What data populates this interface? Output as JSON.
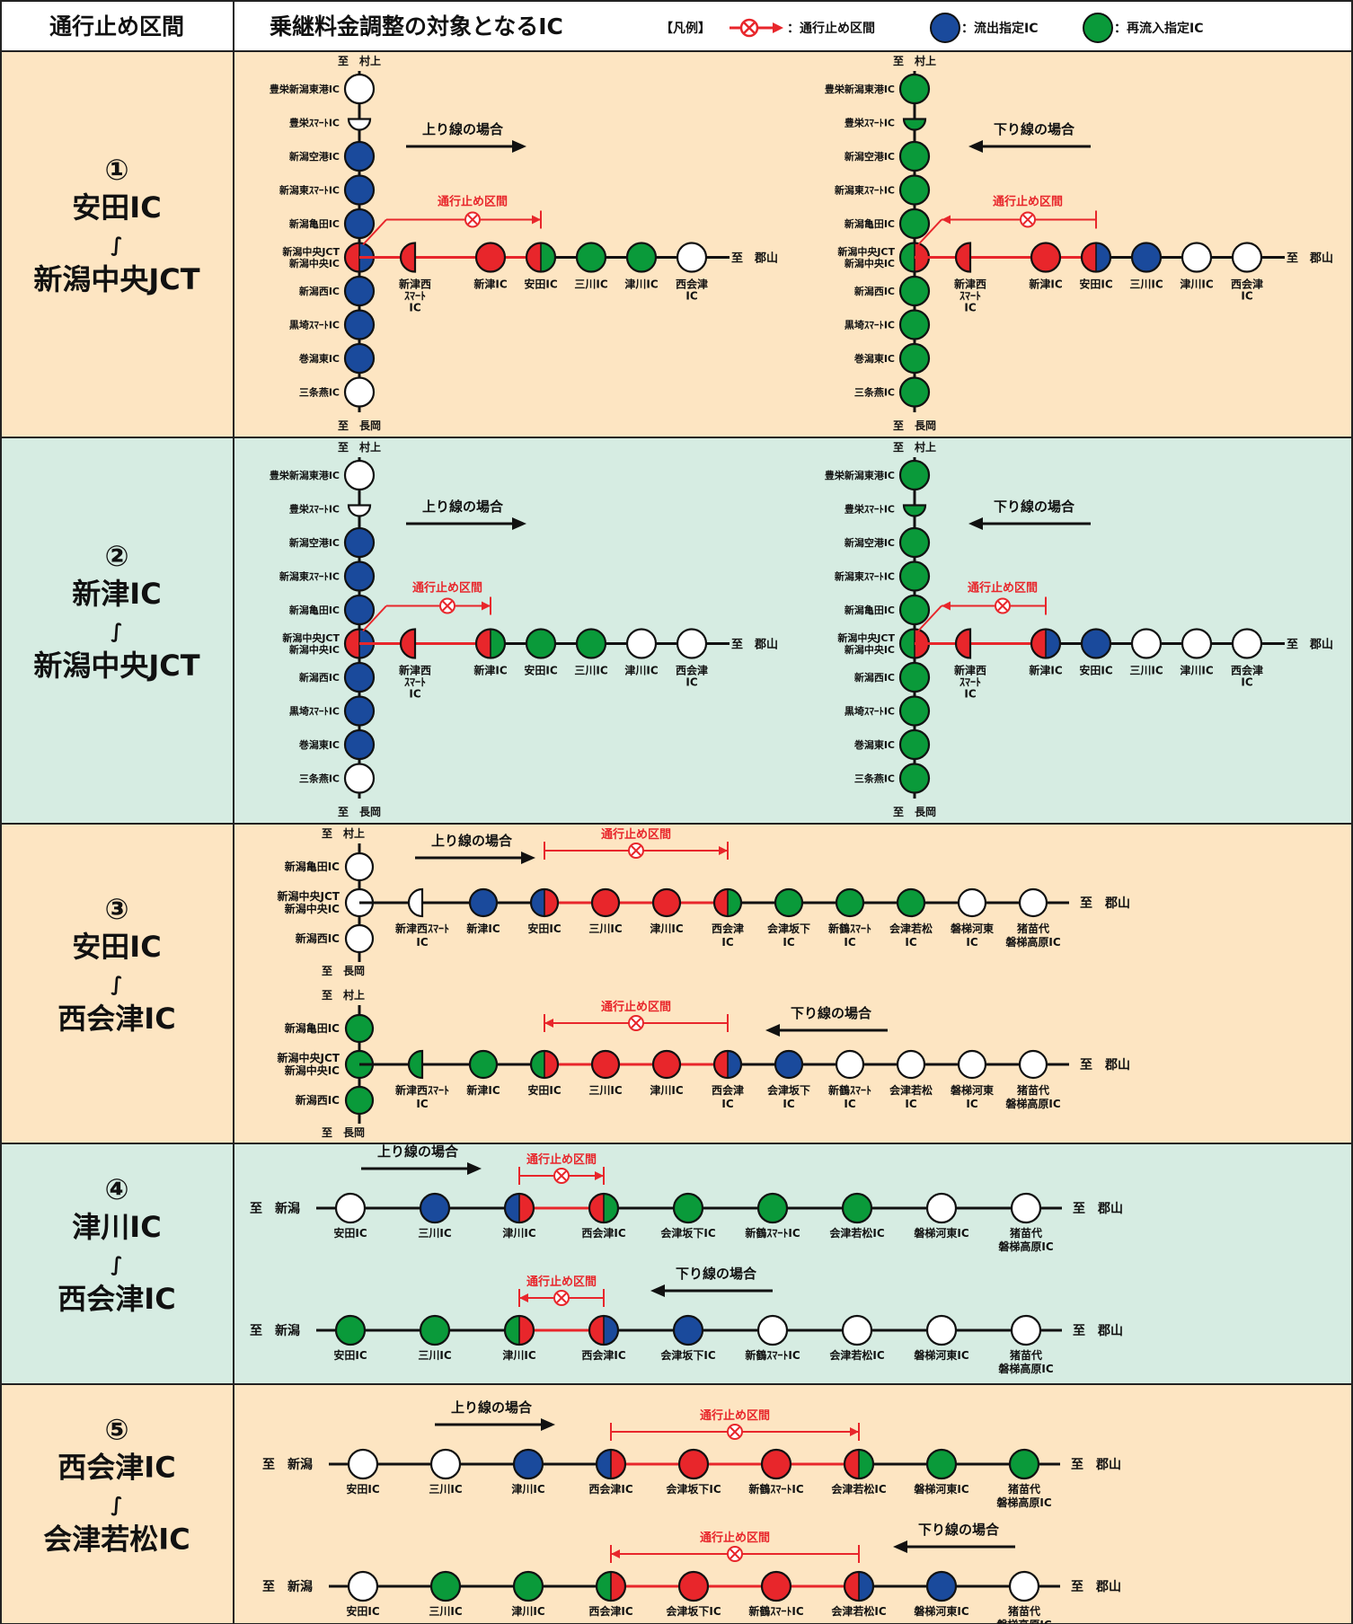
{
  "header": {
    "col1": "通行止め区間",
    "col2": "乗継料金調整の対象となるIC",
    "legend_prefix": "【凡例】",
    "legend_closed": "：通行止め区間",
    "legend_exit": "：流出指定IC",
    "legend_reentry": "：再流入指定IC"
  },
  "colors": {
    "red": "#e8262b",
    "blue": "#1a4a9c",
    "green": "#0a9a3a",
    "white": "#ffffff",
    "bg_tan": "#fde5c2",
    "bg_green": "#d6ece2",
    "border": "#222222"
  },
  "common": {
    "closed_label": "通行止め区間",
    "up_label": "上り線の場合",
    "down_label": "下り線の場合",
    "to_murakami": "至　村上",
    "to_nagaoka": "至　長岡",
    "to_koriyama": "至　郡山",
    "to_niigata": "至　新潟"
  },
  "sections": [
    {
      "number": "①",
      "from": "安田IC",
      "wave": "∫",
      "to": "新潟中央JCT",
      "bg": "tan",
      "diagrams": [
        {
          "direction": "up",
          "vertical": [
            {
              "label": "豊栄新潟東港IC",
              "fill": [
                "white"
              ]
            },
            {
              "label": "豊栄ｽﾏｰﾄIC",
              "fill": [
                "white"
              ],
              "half": "bottom"
            },
            {
              "label": "新潟空港IC",
              "fill": [
                "blue"
              ]
            },
            {
              "label": "新潟東ｽﾏｰﾄIC",
              "fill": [
                "blue"
              ]
            },
            {
              "label": "新潟亀田IC",
              "fill": [
                "blue"
              ]
            },
            {
              "label": "新潟中央JCT\n新潟中央IC",
              "fill": [
                "red",
                "blue"
              ],
              "junction": true
            },
            {
              "label": "新潟西IC",
              "fill": [
                "blue"
              ]
            },
            {
              "label": "黒埼ｽﾏｰﾄIC",
              "fill": [
                "blue"
              ]
            },
            {
              "label": "巻潟東IC",
              "fill": [
                "blue"
              ]
            },
            {
              "label": "三条燕IC",
              "fill": [
                "white"
              ]
            }
          ],
          "horizontal": [
            {
              "label": "新津西\nｽﾏｰﾄ\nIC",
              "fill": [
                "red"
              ],
              "half": "left"
            },
            {
              "label": "新津IC",
              "fill": [
                "red"
              ]
            },
            {
              "label": "安田IC",
              "fill": [
                "red",
                "green"
              ]
            },
            {
              "label": "三川IC",
              "fill": [
                "green"
              ]
            },
            {
              "label": "津川IC",
              "fill": [
                "green"
              ]
            },
            {
              "label": "西会津\nIC",
              "fill": [
                "white"
              ]
            }
          ]
        },
        {
          "direction": "down",
          "vertical": [
            {
              "label": "豊栄新潟東港IC",
              "fill": [
                "green"
              ]
            },
            {
              "label": "豊栄ｽﾏｰﾄIC",
              "fill": [
                "green"
              ],
              "half": "bottom"
            },
            {
              "label": "新潟空港IC",
              "fill": [
                "green"
              ]
            },
            {
              "label": "新潟東ｽﾏｰﾄIC",
              "fill": [
                "green"
              ]
            },
            {
              "label": "新潟亀田IC",
              "fill": [
                "green"
              ]
            },
            {
              "label": "新潟中央JCT\n新潟中央IC",
              "fill": [
                "green",
                "red"
              ],
              "junction": true
            },
            {
              "label": "新潟西IC",
              "fill": [
                "green"
              ]
            },
            {
              "label": "黒埼ｽﾏｰﾄIC",
              "fill": [
                "green"
              ]
            },
            {
              "label": "巻潟東IC",
              "fill": [
                "green"
              ]
            },
            {
              "label": "三条燕IC",
              "fill": [
                "green"
              ]
            }
          ],
          "horizontal": [
            {
              "label": "新津西\nｽﾏｰﾄ\nIC",
              "fill": [
                "red"
              ],
              "half": "left"
            },
            {
              "label": "新津IC",
              "fill": [
                "red"
              ]
            },
            {
              "label": "安田IC",
              "fill": [
                "red",
                "blue"
              ]
            },
            {
              "label": "三川IC",
              "fill": [
                "blue"
              ]
            },
            {
              "label": "津川IC",
              "fill": [
                "white"
              ]
            },
            {
              "label": "西会津\nIC",
              "fill": [
                "white"
              ]
            }
          ]
        }
      ]
    },
    {
      "number": "②",
      "from": "新津IC",
      "wave": "∫",
      "to": "新潟中央JCT",
      "bg": "green",
      "diagrams": [
        {
          "direction": "up",
          "vertical": [
            {
              "label": "豊栄新潟東港IC",
              "fill": [
                "white"
              ]
            },
            {
              "label": "豊栄ｽﾏｰﾄIC",
              "fill": [
                "white"
              ],
              "half": "bottom"
            },
            {
              "label": "新潟空港IC",
              "fill": [
                "blue"
              ]
            },
            {
              "label": "新潟東ｽﾏｰﾄIC",
              "fill": [
                "blue"
              ]
            },
            {
              "label": "新潟亀田IC",
              "fill": [
                "blue"
              ]
            },
            {
              "label": "新潟中央JCT\n新潟中央IC",
              "fill": [
                "red",
                "blue"
              ],
              "junction": true
            },
            {
              "label": "新潟西IC",
              "fill": [
                "blue"
              ]
            },
            {
              "label": "黒埼ｽﾏｰﾄIC",
              "fill": [
                "blue"
              ]
            },
            {
              "label": "巻潟東IC",
              "fill": [
                "blue"
              ]
            },
            {
              "label": "三条燕IC",
              "fill": [
                "white"
              ]
            }
          ],
          "horizontal": [
            {
              "label": "新津西\nｽﾏｰﾄ\nIC",
              "fill": [
                "red"
              ],
              "half": "left"
            },
            {
              "label": "新津IC",
              "fill": [
                "red",
                "green"
              ]
            },
            {
              "label": "安田IC",
              "fill": [
                "green"
              ]
            },
            {
              "label": "三川IC",
              "fill": [
                "green"
              ]
            },
            {
              "label": "津川IC",
              "fill": [
                "white"
              ]
            },
            {
              "label": "西会津\nIC",
              "fill": [
                "white"
              ]
            }
          ]
        },
        {
          "direction": "down",
          "vertical": [
            {
              "label": "豊栄新潟東港IC",
              "fill": [
                "green"
              ]
            },
            {
              "label": "豊栄ｽﾏｰﾄIC",
              "fill": [
                "green"
              ],
              "half": "bottom"
            },
            {
              "label": "新潟空港IC",
              "fill": [
                "green"
              ]
            },
            {
              "label": "新潟東ｽﾏｰﾄIC",
              "fill": [
                "green"
              ]
            },
            {
              "label": "新潟亀田IC",
              "fill": [
                "green"
              ]
            },
            {
              "label": "新潟中央JCT\n新潟中央IC",
              "fill": [
                "green",
                "red"
              ],
              "junction": true
            },
            {
              "label": "新潟西IC",
              "fill": [
                "green"
              ]
            },
            {
              "label": "黒埼ｽﾏｰﾄIC",
              "fill": [
                "green"
              ]
            },
            {
              "label": "巻潟東IC",
              "fill": [
                "green"
              ]
            },
            {
              "label": "三条燕IC",
              "fill": [
                "green"
              ]
            }
          ],
          "horizontal": [
            {
              "label": "新津西\nｽﾏｰﾄ\nIC",
              "fill": [
                "red"
              ],
              "half": "left"
            },
            {
              "label": "新津IC",
              "fill": [
                "red",
                "blue"
              ]
            },
            {
              "label": "安田IC",
              "fill": [
                "blue"
              ]
            },
            {
              "label": "三川IC",
              "fill": [
                "white"
              ]
            },
            {
              "label": "津川IC",
              "fill": [
                "white"
              ]
            },
            {
              "label": "西会津\nIC",
              "fill": [
                "white"
              ]
            }
          ]
        }
      ]
    },
    {
      "number": "③",
      "from": "安田IC",
      "wave": "∫",
      "to": "西会津IC",
      "bg": "tan",
      "diagrams": [
        {
          "direction": "up",
          "vertical": [
            {
              "label": "新潟亀田IC",
              "fill": [
                "white"
              ]
            },
            {
              "label": "新潟中央JCT\n新潟中央IC",
              "fill": [
                "white"
              ],
              "junction": true
            },
            {
              "label": "新潟西IC",
              "fill": [
                "white"
              ]
            }
          ],
          "horizontal": [
            {
              "label": "新津西ｽﾏｰﾄ\nIC",
              "fill": [
                "white"
              ],
              "half": "left"
            },
            {
              "label": "新津IC",
              "fill": [
                "blue"
              ]
            },
            {
              "label": "安田IC",
              "fill": [
                "blue",
                "red"
              ]
            },
            {
              "label": "三川IC",
              "fill": [
                "red"
              ]
            },
            {
              "label": "津川IC",
              "fill": [
                "red"
              ]
            },
            {
              "label": "西会津\nIC",
              "fill": [
                "red",
                "green"
              ]
            },
            {
              "label": "会津坂下\nIC",
              "fill": [
                "green"
              ]
            },
            {
              "label": "新鶴ｽﾏｰﾄ\nIC",
              "fill": [
                "green"
              ]
            },
            {
              "label": "会津若松\nIC",
              "fill": [
                "green"
              ]
            },
            {
              "label": "磐梯河東\nIC",
              "fill": [
                "white"
              ]
            },
            {
              "label": "猪苗代\n磐梯高原IC",
              "fill": [
                "white"
              ]
            }
          ]
        },
        {
          "direction": "down",
          "vertical": [
            {
              "label": "新潟亀田IC",
              "fill": [
                "green"
              ]
            },
            {
              "label": "新潟中央JCT\n新潟中央IC",
              "fill": [
                "green"
              ],
              "junction": true
            },
            {
              "label": "新潟西IC",
              "fill": [
                "green"
              ]
            }
          ],
          "horizontal": [
            {
              "label": "新津西ｽﾏｰﾄ\nIC",
              "fill": [
                "green"
              ],
              "half": "left"
            },
            {
              "label": "新津IC",
              "fill": [
                "green"
              ]
            },
            {
              "label": "安田IC",
              "fill": [
                "green",
                "red"
              ]
            },
            {
              "label": "三川IC",
              "fill": [
                "red"
              ]
            },
            {
              "label": "津川IC",
              "fill": [
                "red"
              ]
            },
            {
              "label": "西会津\nIC",
              "fill": [
                "red",
                "blue"
              ]
            },
            {
              "label": "会津坂下\nIC",
              "fill": [
                "blue"
              ]
            },
            {
              "label": "新鶴ｽﾏｰﾄ\nIC",
              "fill": [
                "white"
              ]
            },
            {
              "label": "会津若松\nIC",
              "fill": [
                "white"
              ]
            },
            {
              "label": "磐梯河東\nIC",
              "fill": [
                "white"
              ]
            },
            {
              "label": "猪苗代\n磐梯高原IC",
              "fill": [
                "white"
              ]
            }
          ]
        }
      ]
    },
    {
      "number": "④",
      "from": "津川IC",
      "wave": "∫",
      "to": "西会津IC",
      "bg": "green",
      "diagrams": [
        {
          "direction": "up",
          "horizontal": [
            {
              "label": "安田IC",
              "fill": [
                "white"
              ]
            },
            {
              "label": "三川IC",
              "fill": [
                "blue"
              ]
            },
            {
              "label": "津川IC",
              "fill": [
                "blue",
                "red"
              ]
            },
            {
              "label": "西会津IC",
              "fill": [
                "red",
                "green"
              ]
            },
            {
              "label": "会津坂下IC",
              "fill": [
                "green"
              ]
            },
            {
              "label": "新鶴ｽﾏｰﾄIC",
              "fill": [
                "green"
              ]
            },
            {
              "label": "会津若松IC",
              "fill": [
                "green"
              ]
            },
            {
              "label": "磐梯河東IC",
              "fill": [
                "white"
              ]
            },
            {
              "label": "猪苗代\n磐梯高原IC",
              "fill": [
                "white"
              ]
            }
          ]
        },
        {
          "direction": "down",
          "horizontal": [
            {
              "label": "安田IC",
              "fill": [
                "green"
              ]
            },
            {
              "label": "三川IC",
              "fill": [
                "green"
              ]
            },
            {
              "label": "津川IC",
              "fill": [
                "green",
                "red"
              ]
            },
            {
              "label": "西会津IC",
              "fill": [
                "red",
                "blue"
              ]
            },
            {
              "label": "会津坂下IC",
              "fill": [
                "blue"
              ]
            },
            {
              "label": "新鶴ｽﾏｰﾄIC",
              "fill": [
                "white"
              ]
            },
            {
              "label": "会津若松IC",
              "fill": [
                "white"
              ]
            },
            {
              "label": "磐梯河東IC",
              "fill": [
                "white"
              ]
            },
            {
              "label": "猪苗代\n磐梯高原IC",
              "fill": [
                "white"
              ]
            }
          ]
        }
      ]
    },
    {
      "number": "⑤",
      "from": "西会津IC",
      "wave": "∫",
      "to": "会津若松IC",
      "bg": "tan",
      "diagrams": [
        {
          "direction": "up",
          "horizontal": [
            {
              "label": "安田IC",
              "fill": [
                "white"
              ]
            },
            {
              "label": "三川IC",
              "fill": [
                "white"
              ]
            },
            {
              "label": "津川IC",
              "fill": [
                "blue"
              ]
            },
            {
              "label": "西会津IC",
              "fill": [
                "blue",
                "red"
              ]
            },
            {
              "label": "会津坂下IC",
              "fill": [
                "red"
              ]
            },
            {
              "label": "新鶴ｽﾏｰﾄIC",
              "fill": [
                "red"
              ]
            },
            {
              "label": "会津若松IC",
              "fill": [
                "red",
                "green"
              ]
            },
            {
              "label": "磐梯河東IC",
              "fill": [
                "green"
              ]
            },
            {
              "label": "猪苗代\n磐梯高原IC",
              "fill": [
                "green"
              ]
            }
          ]
        },
        {
          "direction": "down",
          "horizontal": [
            {
              "label": "安田IC",
              "fill": [
                "white"
              ]
            },
            {
              "label": "三川IC",
              "fill": [
                "green"
              ]
            },
            {
              "label": "津川IC",
              "fill": [
                "green"
              ]
            },
            {
              "label": "西会津IC",
              "fill": [
                "green",
                "red"
              ]
            },
            {
              "label": "会津坂下IC",
              "fill": [
                "red"
              ]
            },
            {
              "label": "新鶴ｽﾏｰﾄIC",
              "fill": [
                "red"
              ]
            },
            {
              "label": "会津若松IC",
              "fill": [
                "red",
                "blue"
              ]
            },
            {
              "label": "磐梯河東IC",
              "fill": [
                "blue"
              ]
            },
            {
              "label": "猪苗代\n磐梯高原IC",
              "fill": [
                "white"
              ]
            }
          ]
        }
      ]
    }
  ]
}
